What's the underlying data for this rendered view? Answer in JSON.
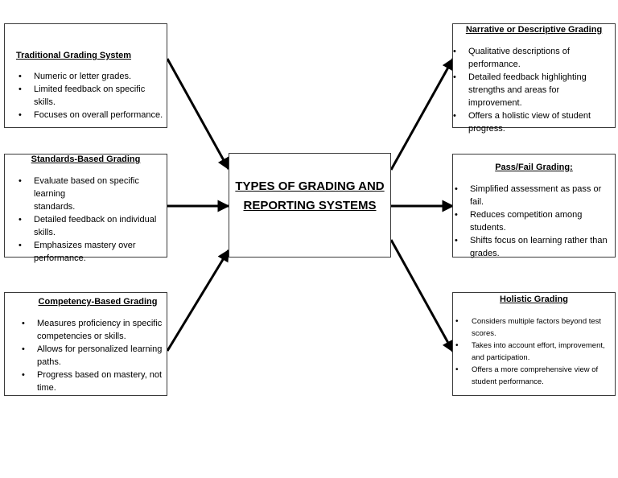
{
  "center": {
    "line1": "TYPES OF GRADING AND",
    "line2": "REPORTING SYSTEMS"
  },
  "traditional": {
    "title": "Traditional Grading System",
    "items": [
      "Numeric or letter grades.",
      "Limited feedback on specific skills.",
      "Focuses on overall performance."
    ]
  },
  "standards": {
    "title": "Standards-Based Grading",
    "items": [
      [
        "Evaluate based on specific learning",
        "standards."
      ],
      [
        "Detailed feedback on individual",
        "skills."
      ],
      [
        "Emphasizes mastery over",
        "performance."
      ]
    ]
  },
  "competency": {
    "title": "Competency-Based Grading",
    "items": [
      [
        "Measures proficiency in specific",
        "competencies or skills."
      ],
      [
        "Allows for personalized learning",
        "paths."
      ],
      [
        "Progress based on mastery, not",
        "time."
      ]
    ]
  },
  "narrative": {
    "title": "Narrative or Descriptive Grading",
    "items": [
      [
        "Qualitative descriptions of",
        "performance."
      ],
      [
        "Detailed feedback highlighting",
        "strengths and areas for improvement."
      ],
      [
        "Offers a holistic view of student",
        "progress."
      ]
    ]
  },
  "passfail": {
    "title": "Pass/Fail Grading:",
    "items": [
      [
        "Simplified assessment as pass or fail."
      ],
      [
        "Reduces competition among students."
      ],
      [
        "Shifts focus on learning rather than",
        "grades."
      ]
    ]
  },
  "holistic": {
    "title": "Holistic Grading",
    "items": [
      [
        "Considers multiple factors beyond test",
        "scores."
      ],
      [
        "Takes into account effort, improvement,",
        "and participation."
      ],
      [
        "Offers a more comprehensive view of",
        "student performance."
      ]
    ]
  }
}
